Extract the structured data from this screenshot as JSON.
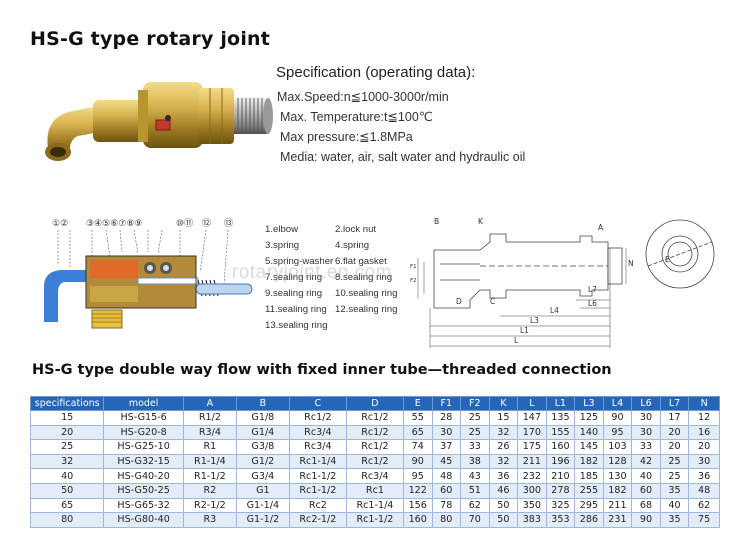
{
  "title": "HS-G type rotary joint",
  "specification": {
    "heading": "Specification (operating data):",
    "lines": [
      "Max.Speed:n≦1000-3000r/min",
      "Max. Temperature:t≦100℃",
      "Max pressure:≦1.8MPa",
      "Media: water, air, salt water and hydraulic oil"
    ]
  },
  "parts": [
    [
      "1.elbow",
      "2.lock nut"
    ],
    [
      "3.spring",
      "4.spring"
    ],
    [
      "5.spring-washer",
      "6.flat gasket"
    ],
    [
      "7.sealing ring",
      "8.sealing ring"
    ],
    [
      "9.sealing ring",
      "10.sealing ring"
    ],
    [
      "11.sealing ring",
      "12.sealing ring"
    ],
    [
      "13.sealing ring",
      ""
    ]
  ],
  "callout_numbers": [
    "①②",
    "③④⑤⑥⑦⑧⑨",
    "⑩⑪",
    "⑫",
    "⑬"
  ],
  "dimension_labels": {
    "top": [
      "B",
      "K",
      "A"
    ],
    "side": [
      "F1",
      "F2",
      "N",
      "E"
    ],
    "bottom": [
      "D",
      "C",
      "L7",
      "L6",
      "L4",
      "L3",
      "L1",
      "L"
    ]
  },
  "watermark": "rotaryjoint.en.com",
  "subtitle": "HS-G type double way flow with fixed inner tube—threaded connection",
  "table": {
    "headers": [
      "specifications",
      "model",
      "A",
      "B",
      "C",
      "D",
      "E",
      "F1",
      "F2",
      "K",
      "L",
      "L1",
      "L3",
      "L4",
      "L6",
      "L7",
      "N"
    ],
    "rows": [
      [
        "15",
        "HS-G15-6",
        "R1/2",
        "G1/8",
        "Rc1/2",
        "Rc1/2",
        "55",
        "28",
        "25",
        "15",
        "147",
        "135",
        "125",
        "90",
        "30",
        "17",
        "12"
      ],
      [
        "20",
        "HS-G20-8",
        "R3/4",
        "G1/4",
        "Rc3/4",
        "Rc1/2",
        "65",
        "30",
        "25",
        "32",
        "170",
        "155",
        "140",
        "95",
        "30",
        "20",
        "16"
      ],
      [
        "25",
        "HS-G25-10",
        "R1",
        "G3/8",
        "Rc3/4",
        "Rc1/2",
        "74",
        "37",
        "33",
        "26",
        "175",
        "160",
        "145",
        "103",
        "33",
        "20",
        "20"
      ],
      [
        "32",
        "HS-G32-15",
        "R1-1/4",
        "G1/2",
        "Rc1-1/4",
        "Rc1/2",
        "90",
        "45",
        "38",
        "32",
        "211",
        "196",
        "182",
        "128",
        "42",
        "25",
        "30"
      ],
      [
        "40",
        "HS-G40-20",
        "R1-1/2",
        "G3/4",
        "Rc1-1/2",
        "Rc3/4",
        "95",
        "48",
        "43",
        "36",
        "232",
        "210",
        "185",
        "130",
        "40",
        "25",
        "36"
      ],
      [
        "50",
        "HS-G50-25",
        "R2",
        "G1",
        "Rc1-1/2",
        "Rc1",
        "122",
        "60",
        "51",
        "46",
        "300",
        "278",
        "255",
        "182",
        "60",
        "35",
        "48"
      ],
      [
        "65",
        "HS-G65-32",
        "R2-1/2",
        "G1-1/4",
        "Rc2",
        "Rc1-1/4",
        "156",
        "78",
        "62",
        "50",
        "350",
        "325",
        "295",
        "211",
        "68",
        "40",
        "62"
      ],
      [
        "80",
        "HS-G80-40",
        "R3",
        "G1-1/2",
        "Rc2-1/2",
        "Rc1-1/2",
        "160",
        "80",
        "70",
        "50",
        "383",
        "353",
        "286",
        "231",
        "90",
        "35",
        "75"
      ]
    ]
  },
  "colors": {
    "header_bg": "#2566b8",
    "row_alt": "#e3edf9",
    "brass": "#c9a645"
  }
}
